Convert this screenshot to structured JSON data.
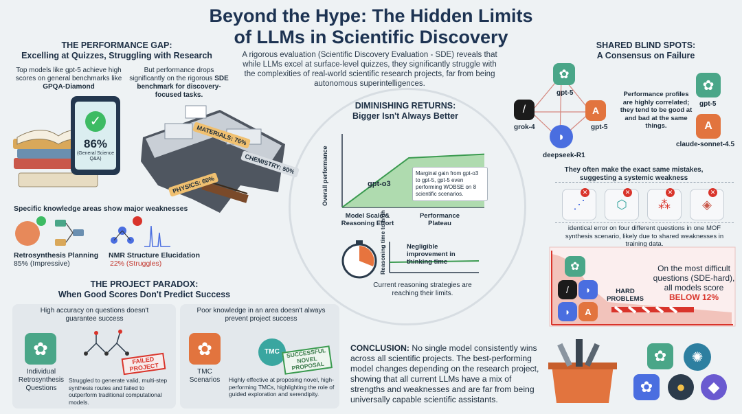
{
  "title_line1": "Beyond the Hype: The Hidden Limits",
  "title_line2": "of LLMs in Scientific Discovery",
  "intro": "A rigorous evaluation (Scientific Discovery Evaluation - SDE) reveals that while LLMs excel at surface-level quizzes, they significantly struggle with the complexities of real-world scientific research projects, far from being autonomous superintelligences.",
  "performance_gap": {
    "heading1": "THE PERFORMANCE GAP:",
    "heading2": "Excelling at Quizzes, Struggling with Research",
    "left_text_pre": "Top models like gpt-5 achieve high scores on general benchmarks like ",
    "left_text_bold": "GPQA-Diamond",
    "right_text_pre": "But performance drops significantly on the rigorous ",
    "right_text_bold": "SDE benchmark for discovery-focused tasks.",
    "tablet_score": "86%",
    "tablet_caption": "(General Science Q&A)",
    "materials": "MATERIALS: 76%",
    "chemistry": "CHEMISTRY: 50%",
    "physics": "PHYSICS: 60%",
    "weak_heading": "Specific knowledge areas show major weaknesses",
    "retro_label": "Retrosynthesis Planning",
    "retro_score": "85% (Impressive)",
    "nmr_label": "NMR Structure Elucidation",
    "nmr_score": "22% (Struggles)"
  },
  "diminishing": {
    "heading1": "DIMINISHING RETURNS:",
    "heading2": "Bigger Isn't Always Better",
    "ylabel": "Overall performance",
    "model_label": "gpt-o3",
    "note": "Marginal gain from gpt-o3 to gpt-5, gpt-5 even performing WOBSE on 8 scientific scenarios.",
    "x1": "Model Scale & Reasoning Effort",
    "x2": "Performance Plateau",
    "timer_ylabel": "Reasoning time to high",
    "timer_note": "Negligible improvement in thinking time",
    "timer_caption": "Current reasoning strategies are reaching their limits."
  },
  "blind_spots": {
    "heading1": "SHARED BLIND SPOTS:",
    "heading2": "A Consensus on Failure",
    "node_gpt5a": "gpt-5",
    "node_grok": "grok-4",
    "node_gpt5b": "gpt-5",
    "node_deepseek": "deepseek-R1",
    "corr_text": "Performance profiles are highly correlated; they tend to be good at and bad at the same things.",
    "side_gpt5": "gpt-5",
    "side_claude": "claude-sonnet-4.5",
    "mistakes": "They often make the exact same mistakes, suggesting a systemic weakness",
    "mof_text": "identical error on four different questions in one MOF synthesis scenario, likely due to shared weaknesses in training data.",
    "hard_text": "On the most difficult questions (SDE-hard), all models score",
    "hard_bold": "BELOW 12%",
    "hard_sign1": "HARD",
    "hard_sign2": "PROBLEMS"
  },
  "paradox": {
    "heading1": "THE PROJECT PARADOX:",
    "heading2": "When Good Scores Don't Predict Success",
    "card1_title": "High accuracy on questions doesn't guarantee success",
    "card1_label": "Individual Retrosynthesis Questions",
    "card1_stamp1": "FAILED",
    "card1_stamp2": "PROJECT",
    "card1_text": "Struggled to generate valid, multi-step synthesis routes and failed to outperform traditional computational models.",
    "card2_title": "Poor knowledge in an area doesn't always prevent project success",
    "card2_label1": "TMC",
    "card2_label2": "Scenarios",
    "card2_tmc": "TMC",
    "card2_stamp1": "SUCCESSFUL",
    "card2_stamp2": "NOVEL PROPOSAL",
    "card2_text": "Highly effective at proposing novel, high-performing TMCs, highlighting the role of guided exploration and serendipity."
  },
  "conclusion": {
    "bold": "CONCLUSION:",
    "text": " No single model consistently wins across all scientific projects. The best-performing model changes depending on the research project, showing that all current LLMs have a mix of strengths and weaknesses and are far from being universally capable scientific assistants."
  },
  "chart_data": {
    "type": "line",
    "x": [
      "Model Scale & Reasoning Effort",
      "gpt-o3",
      "Performance Plateau"
    ],
    "series": [
      {
        "values": [
          0,
          0.8,
          0.86
        ]
      }
    ],
    "ylabel": "Overall performance"
  },
  "colors": {
    "accent_red": "#d9342b",
    "openai_green": "#4aa688",
    "claude_orange": "#e2743e",
    "deepseek_blue": "#4a6ee0"
  }
}
